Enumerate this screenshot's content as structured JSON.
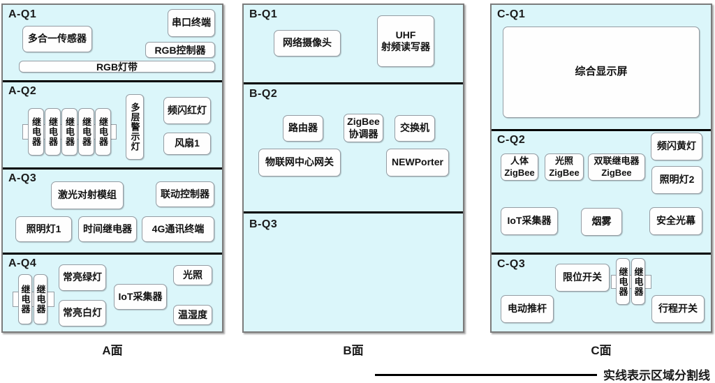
{
  "panel_a": {
    "caption": "A面",
    "q1": {
      "label": "A-Q1",
      "multi_sensor": "多合一传感器",
      "serial_terminal": "串口终端",
      "rgb_controller": "RGB控制器",
      "rgb_strip": "RGB灯带"
    },
    "q2": {
      "label": "A-Q2",
      "relay": "继电器",
      "multilayer_warning_light": "多层警示灯",
      "strobe_red_light": "频闪红灯",
      "fan_1": "风扇1"
    },
    "q3": {
      "label": "A-Q3",
      "laser_beam_module": "激光对射模组",
      "linkage_controller": "联动控制器",
      "lighting_lamp_1": "照明灯1",
      "time_relay": "时间继电器",
      "terminal_4g": "4G通讯终端"
    },
    "q4": {
      "label": "A-Q4",
      "relay": "继电器",
      "steady_green_lamp": "常亮绿灯",
      "steady_white_lamp": "常亮白灯",
      "iot_collector": "IoT采集器",
      "illuminance": "光照",
      "temp_humidity": "温湿度"
    }
  },
  "panel_b": {
    "caption": "B面",
    "q1": {
      "label": "B-Q1",
      "network_camera": "网络摄像头",
      "uhf_rfid_reader": "UHF\n射频读写器"
    },
    "q2": {
      "label": "B-Q2",
      "router": "路由器",
      "zigbee_coordinator": "ZigBee\n协调器",
      "network_switch": "交换机",
      "iot_center_gateway": "物联网中心网关",
      "newporter": "NEWPorter"
    },
    "q3": {
      "label": "B-Q3"
    }
  },
  "panel_c": {
    "caption": "C面",
    "q1": {
      "label": "C-Q1",
      "integrated_display": "综合显示屏"
    },
    "q2": {
      "label": "C-Q2",
      "strobe_yellow_light": "频闪黄灯",
      "human_zigbee": "人体\nZigBee",
      "illuminance_zigbee": "光照\nZigBee",
      "dual_relay_zigbee": "双联继电器\nZigBee",
      "lighting_lamp_2": "照明灯2",
      "iot_collector": "IoT采集器",
      "smoke": "烟雾",
      "safety_light_curtain": "安全光幕"
    },
    "q3": {
      "label": "C-Q3",
      "limit_switch": "限位开关",
      "relay": "继电器",
      "electric_push_rod": "电动推杆",
      "travel_switch": "行程开关"
    }
  },
  "legend": {
    "note": "实线表示区域分割线"
  },
  "colors": {
    "panel_background": "#dbf6fa",
    "panel_border": "#7b7b7b",
    "box_border": "#949ca3",
    "divider": "#000000"
  }
}
